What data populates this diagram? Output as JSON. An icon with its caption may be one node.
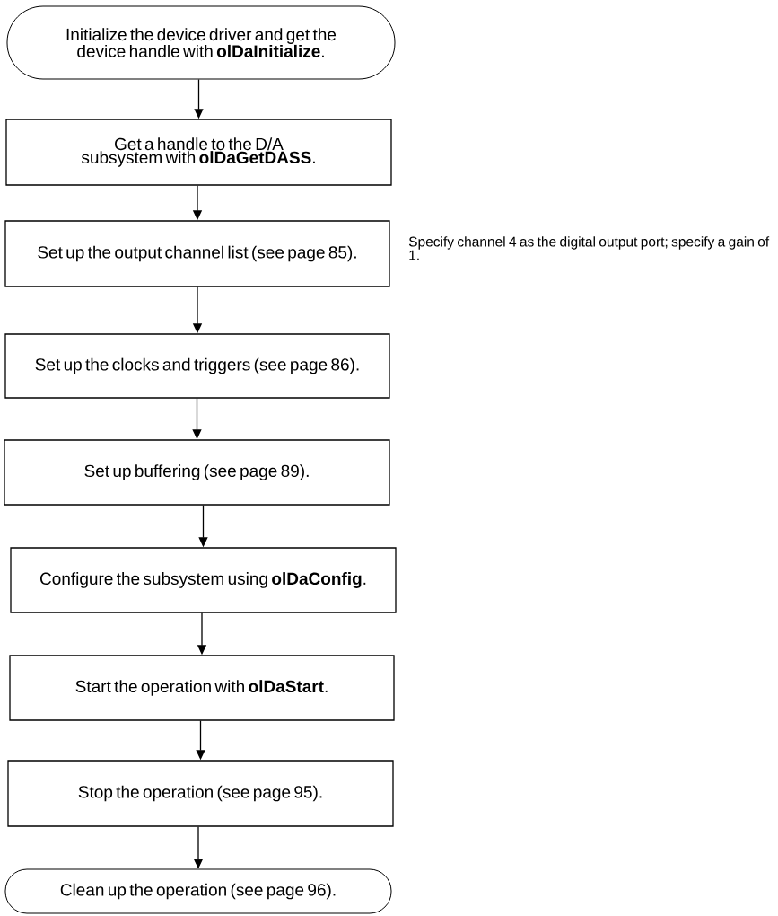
{
  "diagram": {
    "nodes": [
      {
        "text": [
          "Initialize the device driver and get the device handle with **olDaInitialize**."
        ]
      },
      {
        "text": [
          "Get a handle to the D/A subsystem with **olDaGetDASS**."
        ]
      },
      {
        "text": [
          "Set up the output channel list (see page 85)."
        ],
        "beside": [
          "Specify channel 4 as the digital output port; specify a gain of 1."
        ]
      },
      {
        "text": [
          "Set up the clocks and triggers (see page 86)."
        ]
      },
      {
        "text": [
          "Set up buffering (see page 89)."
        ]
      },
      {
        "text": [
          "Configure the subsystem using **olDaConfig**."
        ]
      },
      {
        "text": [
          "Start the operation with **olDaStart**."
        ]
      },
      {
        "text": [
          "Stop the operation (see page 95)."
        ]
      },
      {
        "text": [
          "Clean up the operation (see page 96)."
        ]
      }
    ],
    "edges": [
      {
        "from": 0,
        "to": 1,
        "arrow": "to"
      },
      {
        "from": 1,
        "to": 2,
        "arrow": "to"
      },
      {
        "from": 2,
        "to": 3,
        "arrow": "to"
      },
      {
        "from": 3,
        "to": 4,
        "arrow": "to"
      },
      {
        "from": 4,
        "to": 5,
        "arrow": "to"
      },
      {
        "from": 5,
        "to": 6,
        "arrow": "to"
      },
      {
        "from": 6,
        "to": 7,
        "arrow": "to"
      },
      {
        "from": 7,
        "to": 8,
        "arrow": "to"
      }
    ]
  }
}
